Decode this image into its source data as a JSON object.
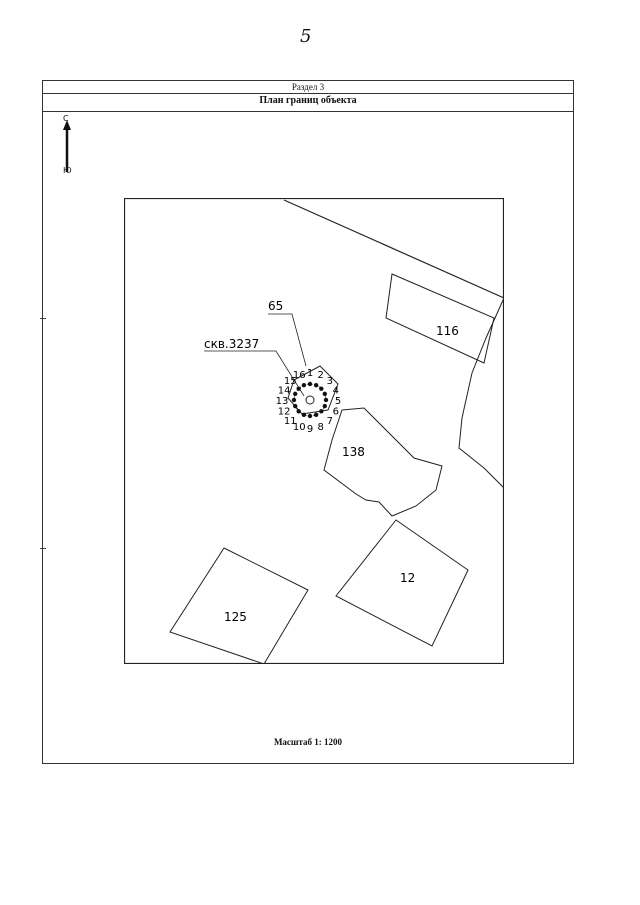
{
  "page_number": "5",
  "header": {
    "section": "Раздел 3",
    "title": "План границ объекта"
  },
  "north_arrow": {
    "top_label": "С",
    "bottom_label": "Ю"
  },
  "map": {
    "parcels": [
      {
        "id": "p116",
        "label": "116"
      },
      {
        "id": "p138",
        "label": "138"
      },
      {
        "id": "p12",
        "label": "12"
      },
      {
        "id": "p125",
        "label": "125"
      }
    ],
    "point_label": "65",
    "well_label": "скв.3237",
    "boundary_points": [
      "1",
      "2",
      "3",
      "4",
      "5",
      "6",
      "7",
      "8",
      "9",
      "10",
      "11",
      "12",
      "13",
      "14",
      "15",
      "16"
    ]
  },
  "footer": {
    "scale": "Масштаб 1: 1200"
  }
}
